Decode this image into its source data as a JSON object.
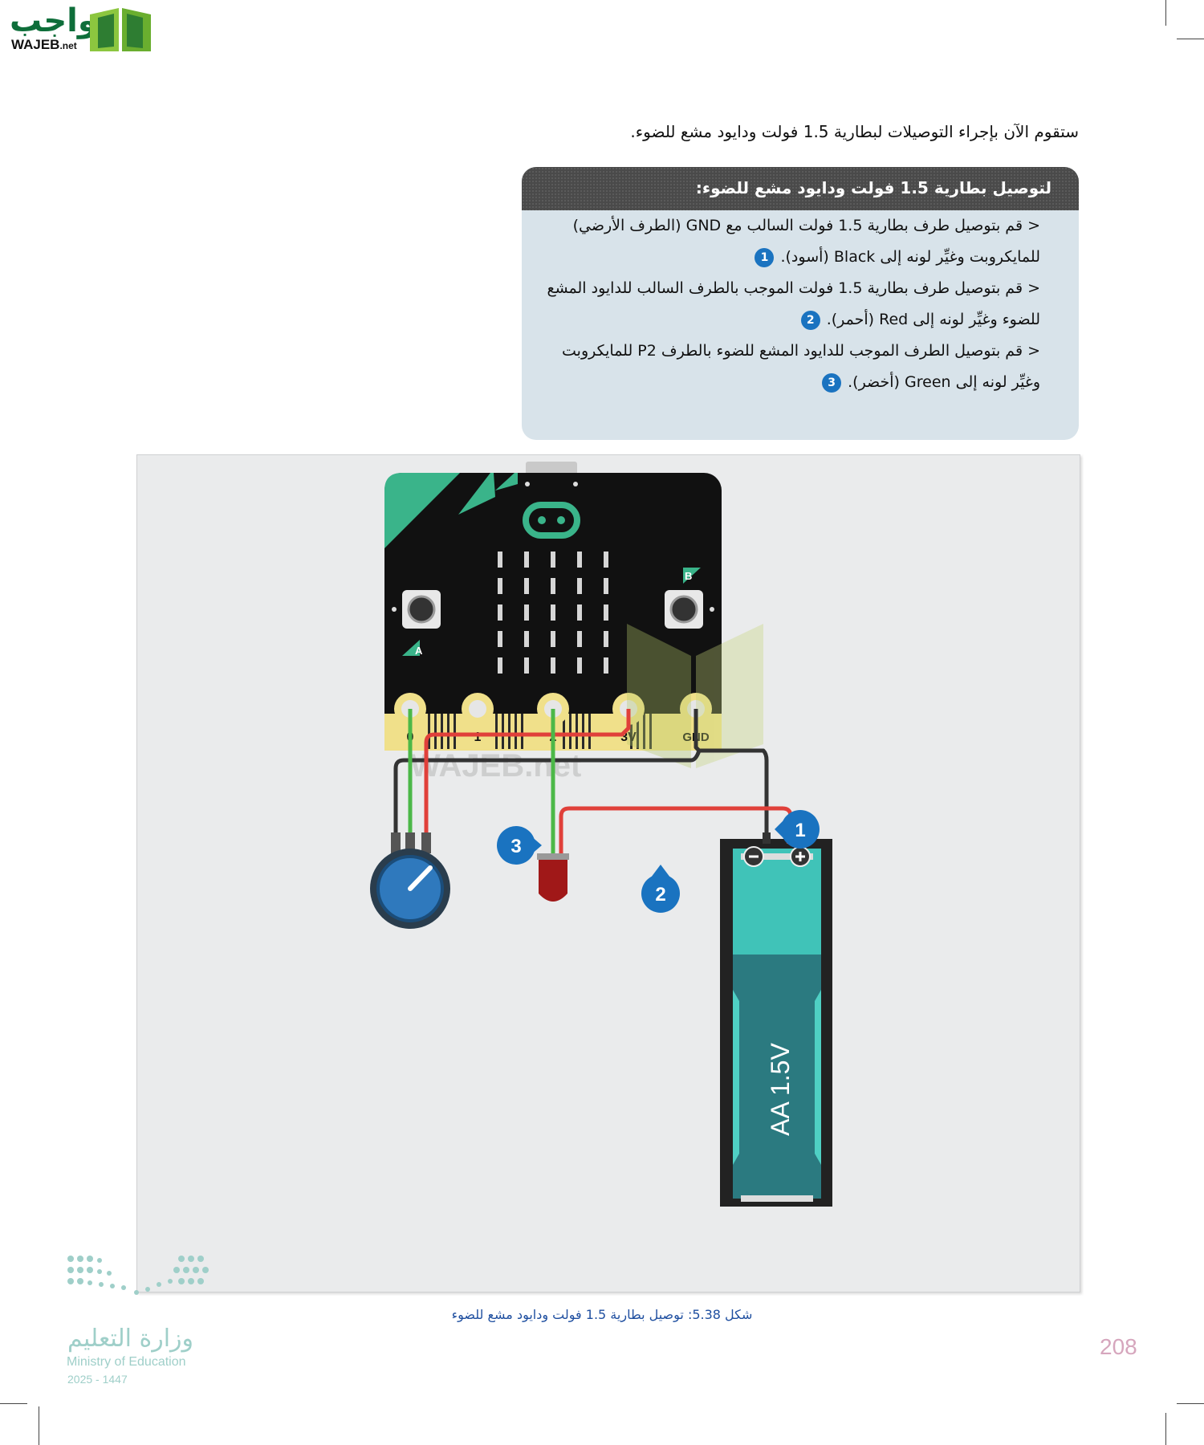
{
  "logo": {
    "arabic": "واجب",
    "english": "WAJEB",
    "english_suffix": ".net"
  },
  "intro_text": "ستقوم الآن بإجراء التوصيلات لبطارية 1.5 فولت ودايود مشع للضوء.",
  "steps": {
    "title": "لتوصيل بطارية 1.5 فولت ودايود مشع للضوء:",
    "items": [
      {
        "text": "< قم بتوصيل طرف بطارية 1.5 فولت السالب مع GND (الطرف الأرضي) للمايكروبت وغيِّر لونه إلى Black (أسود).",
        "badge": "1"
      },
      {
        "text": "< قم بتوصيل طرف بطارية 1.5 فولت الموجب بالطرف السالب للدايود المشع للضوء وغيِّر لونه إلى Red (أحمر).",
        "badge": "2"
      },
      {
        "text": "< قم بتوصيل الطرف الموجب للدايود المشع للضوء بالطرف P2 للمايكروبت وغيِّر لونه إلى Green (أخضر).",
        "badge": "3"
      }
    ]
  },
  "figure": {
    "pin_labels": [
      "0",
      "1",
      "2",
      "3V",
      "GND"
    ],
    "button_a": "A",
    "button_b": "B",
    "callouts": [
      "1",
      "2",
      "3"
    ],
    "battery_label": "AA 1.5V",
    "watermark": "WAJEB.net",
    "colors": {
      "board": "#111111",
      "accent": "#3ab48a",
      "pins": "#f0e08a",
      "gnd_wire": "#333333",
      "red_wire": "#e0403a",
      "green_wire": "#4cb848",
      "callout": "#1a73c0",
      "battery_top": "#40c3b8",
      "battery_bottom": "#2b7a80"
    }
  },
  "caption": "شكل 5.38: توصيل بطارية 1.5 فولت ودايود مشع للضوء",
  "ministry": {
    "arabic": "وزارة التعليم",
    "english": "Ministry of Education",
    "year": "2025 - 1447"
  },
  "page_number": "208"
}
